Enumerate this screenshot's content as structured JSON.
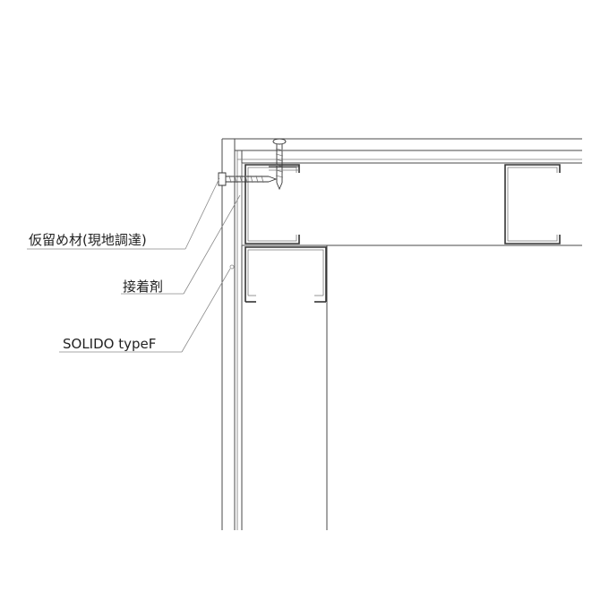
{
  "labels": {
    "temporary_fixing": "仮留め材(現地調達)",
    "adhesive": "接着剤",
    "panel": "SOLIDO typeF"
  },
  "colors": {
    "line": "#4a4a4a",
    "stud": "#333333",
    "leader": "#8a8a8a",
    "text": "#222222"
  }
}
